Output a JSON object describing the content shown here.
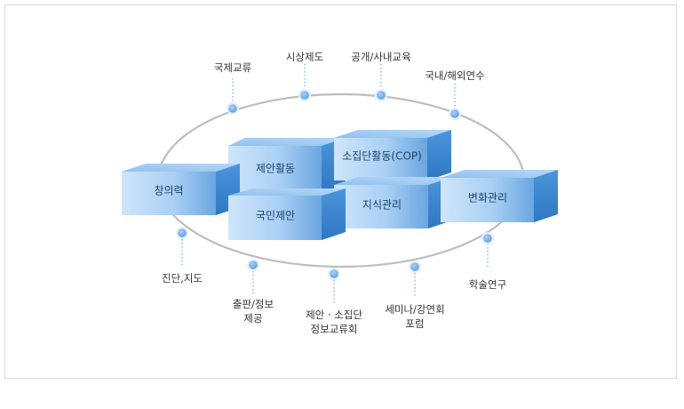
{
  "boxes": [
    {
      "key": "creativity",
      "label": "창의력"
    },
    {
      "key": "proposal",
      "label": "제안활동"
    },
    {
      "key": "smallgroup",
      "label": "소집단활동(COP)"
    },
    {
      "key": "knowledge",
      "label": "지식관리"
    },
    {
      "key": "citizen",
      "label": "국민제안"
    },
    {
      "key": "change",
      "label": "변화관리"
    }
  ],
  "nodes": [
    {
      "key": "intl",
      "lines": [
        "국제교류"
      ]
    },
    {
      "key": "award",
      "lines": [
        "시상제도"
      ]
    },
    {
      "key": "open_edu",
      "lines": [
        "공개/사내교육"
      ]
    },
    {
      "key": "training",
      "lines": [
        "국내/해외연수"
      ]
    },
    {
      "key": "diagnosis",
      "lines": [
        "진단,지도"
      ]
    },
    {
      "key": "publish",
      "lines": [
        "출판/정보",
        "제공"
      ]
    },
    {
      "key": "exchange",
      "lines": [
        "제안 · 소집단",
        "정보교류회"
      ]
    },
    {
      "key": "seminar",
      "lines": [
        "세미나/강연회",
        "포럼"
      ]
    },
    {
      "key": "research",
      "lines": [
        "학술연구"
      ]
    }
  ],
  "colors": {
    "ellipse": "#bdbdbd",
    "node_fill": "#7fb2e8",
    "node_ring": "#d7e8fa",
    "box_front_light": "#d4e8fb",
    "box_front_dark": "#6aa6e0",
    "box_top": "#9ccaf2",
    "box_side": "#3f8ad3"
  }
}
